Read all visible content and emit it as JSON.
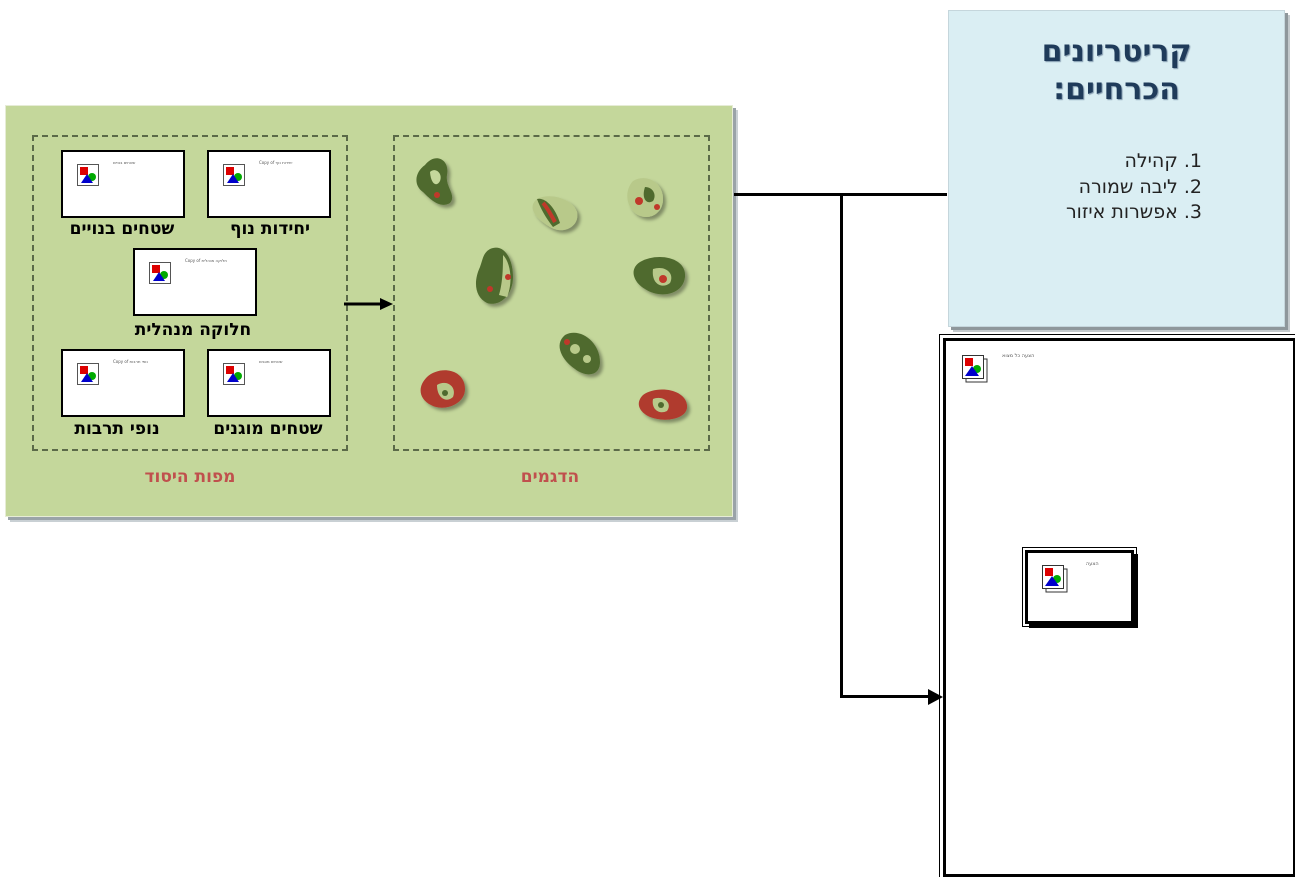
{
  "base_maps": {
    "items": [
      {
        "label": "יחידות נוף",
        "caption": "Copy of יחידות נוף"
      },
      {
        "label": "שטחים בנויים",
        "caption": "שטחים בנויים"
      },
      {
        "label": "חלוקה מנהלית",
        "caption": "Copy of חלוקה מנהלית"
      },
      {
        "label": "שטחים מוגנים",
        "caption": "שטחים מוגנים"
      },
      {
        "label": "נופי תרבות",
        "caption": "Copy of נופי תרבות"
      }
    ],
    "footer_label": "מפות היסוד"
  },
  "samples": {
    "footer_label": "הדגמים"
  },
  "criteria": {
    "title_line1": "קריטריונים",
    "title_line2": "הכרחיים:",
    "items": [
      "1. קהילה",
      "2. ליבה שמורה",
      "3. אפשרות איזור"
    ]
  },
  "result": {
    "corner_caption": "הצעה כל מצוא",
    "inner_caption": "הצעה"
  },
  "colors": {
    "panel_green": "#c4d79b",
    "criteria_blue": "#daeef3",
    "footer_red": "#c0504d"
  }
}
